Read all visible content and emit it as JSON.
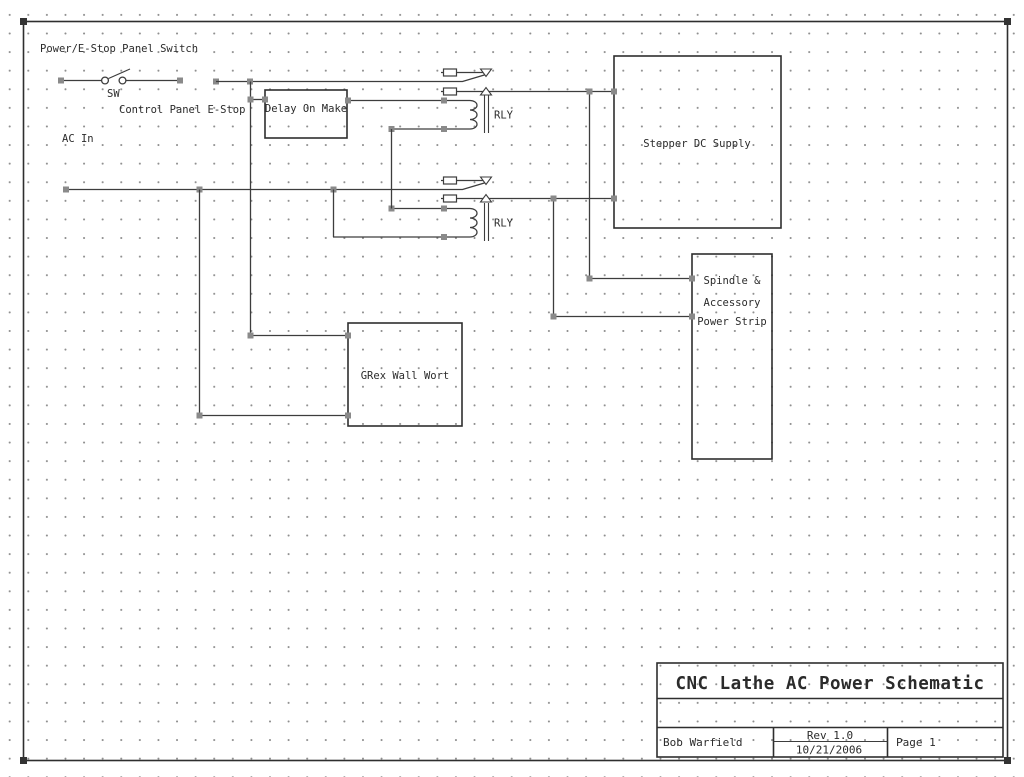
{
  "schematic": {
    "heading": "Power/E-Stop Panel Switch",
    "estop_switch": {
      "ref": "SW",
      "label": "Control Panel E-Stop"
    },
    "ac_in_label": "AC In",
    "relay1": {
      "label": "RLY"
    },
    "relay2": {
      "label": "RLY"
    },
    "boxes": {
      "delay": {
        "label": "Delay On Make"
      },
      "stepper": {
        "label": "Stepper DC Supply"
      },
      "spindle": {
        "line1": "Spindle &",
        "line2": "Accessory",
        "line3": "Power Strip"
      },
      "grex": {
        "label": "GRex Wall Wort"
      }
    }
  },
  "title_block": {
    "title": "CNC Lathe AC Power Schematic",
    "author": "Bob Warfield",
    "revision": "Rev 1.0",
    "date": "10/21/2006",
    "page": "Page 1"
  },
  "colors": {
    "wire": "#3d3d3d",
    "outline": "#2e2e2e",
    "junction": "#8a8a8a",
    "text": "#2b2b2b",
    "grid_dot": "#8f8f8f",
    "background": "#ffffff"
  }
}
